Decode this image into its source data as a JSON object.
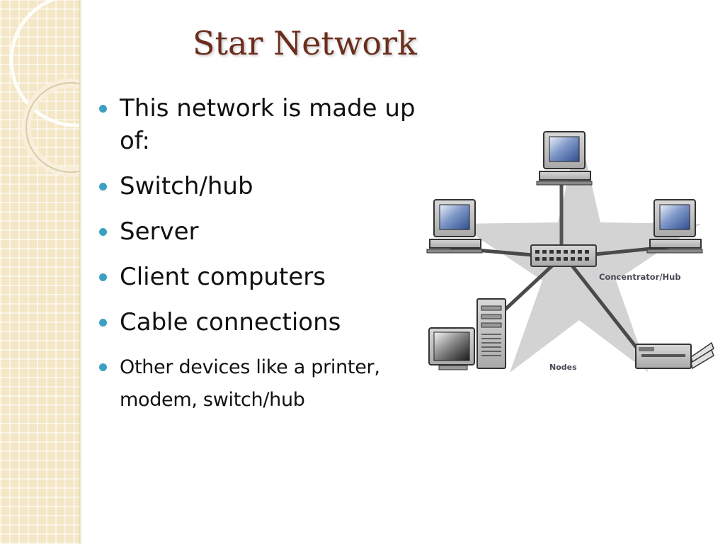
{
  "slide": {
    "title": "Star Network",
    "bullets": [
      "This network is made up of:",
      "Switch/hub",
      "Server",
      "Client computers",
      "Cable connections",
      "Other devices like a printer, modem, switch/hub"
    ]
  },
  "diagram": {
    "hub_label": "Concentrator/Hub",
    "nodes_label": "Nodes",
    "devices": [
      "computer-top",
      "computer-left",
      "computer-right",
      "server-tower",
      "monitor",
      "printer"
    ]
  },
  "colors": {
    "title": "#6b2d1c",
    "bullet": "#3d9fc2",
    "side_panel": "#f4e7c6",
    "star": "#d3d3d3"
  }
}
